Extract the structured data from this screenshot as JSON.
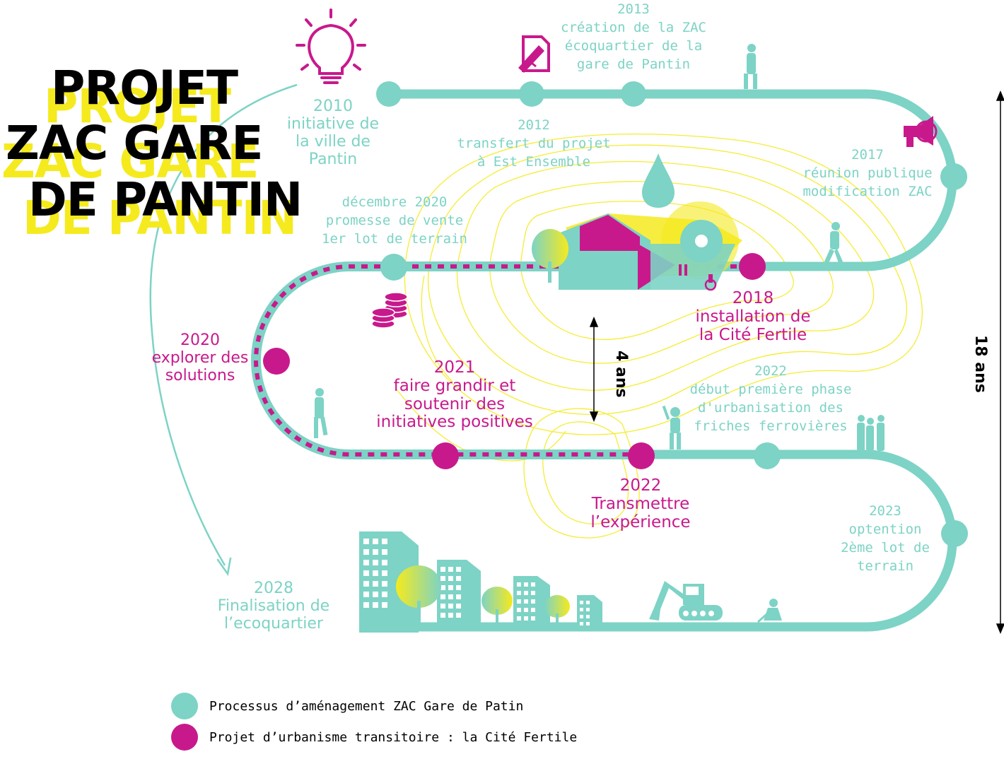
{
  "colors": {
    "teal": "#7dd3c5",
    "magenta": "#c8198c",
    "yellow": "#f5ea1e",
    "ink": "#000000"
  },
  "title": {
    "line1": "PROJET",
    "line2": "ZAC GARE",
    "line3": "DE PANTIN"
  },
  "milestones": {
    "m2010": {
      "year": "2010",
      "lines": [
        "initiative de",
        "la ville de",
        "Pantin"
      ],
      "icon": "lightbulb-icon"
    },
    "m2012": {
      "year": "2012",
      "lines": [
        "transfert du projet",
        "à Est Ensemble"
      ]
    },
    "m2013": {
      "year": "2013",
      "lines": [
        "création de la ZAC",
        "écoquartier de la",
        "gare de Pantin"
      ],
      "icon": "document-sign-icon"
    },
    "m2017": {
      "year": "2017",
      "lines": [
        "réunion publique",
        "modification ZAC"
      ],
      "icon": "megaphone-icon"
    },
    "m2018": {
      "year": "2018",
      "lines": [
        "installation de",
        "la Cité Fertile"
      ]
    },
    "m2020dec": {
      "year": "décembre 2020",
      "lines": [
        "promesse de vente",
        "1er lot de terrain"
      ],
      "icon": "coins-icon"
    },
    "m2020": {
      "year": "2020",
      "lines": [
        "explorer des",
        "solutions"
      ]
    },
    "m2021": {
      "year": "2021",
      "lines": [
        "faire grandir et",
        "soutenir des",
        "initiatives positives"
      ]
    },
    "m2022a": {
      "year": "2022",
      "lines": [
        "début première phase",
        "d'urbanisation des",
        "friches ferrovières"
      ]
    },
    "m2022b": {
      "year": "2022",
      "lines": [
        "Transmettre",
        "l’expérience"
      ]
    },
    "m2023": {
      "year": "2023",
      "lines": [
        "optention",
        "2ème lot de",
        "terrain"
      ]
    },
    "m2028": {
      "year": "2028",
      "lines": [
        "Finalisation de",
        "l’ecoquartier"
      ]
    }
  },
  "durations": {
    "short": "4 ans",
    "long": "18 ans"
  },
  "legend": [
    {
      "label": "Processus d’aménagement ZAC Gare de Patin",
      "color": "#7dd3c5"
    },
    {
      "label": "Projet d’urbanisme transitoire : la Cité Fertile",
      "color": "#c8198c"
    }
  ]
}
